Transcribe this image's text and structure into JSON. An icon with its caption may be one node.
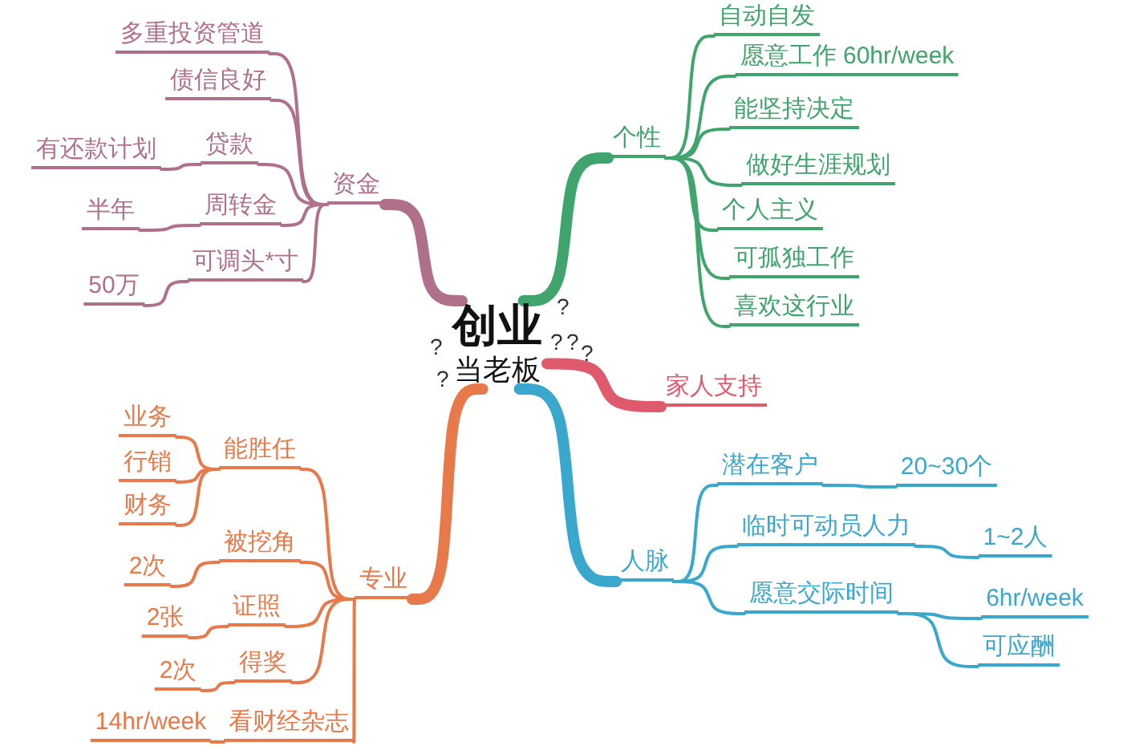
{
  "diagram": {
    "nodes": [
      {
        "text": [
          "创业",
          "当老板"
        ]
      },
      {
        "text": [
          "资金"
        ]
      },
      {
        "text": [
          "多重投资管道"
        ]
      },
      {
        "text": [
          "债信良好"
        ]
      },
      {
        "text": [
          "贷款"
        ]
      },
      {
        "text": [
          "有还款计划"
        ]
      },
      {
        "text": [
          "周转金"
        ]
      },
      {
        "text": [
          "半年"
        ]
      },
      {
        "text": [
          "可调头*寸"
        ]
      },
      {
        "text": [
          "50万"
        ]
      },
      {
        "text": [
          "个性"
        ]
      },
      {
        "text": [
          "自动自发"
        ]
      },
      {
        "text": [
          "愿意工作 60hr/week"
        ]
      },
      {
        "text": [
          "能坚持决定"
        ]
      },
      {
        "text": [
          "做好生涯规划"
        ]
      },
      {
        "text": [
          "个人主义"
        ]
      },
      {
        "text": [
          "可孤独工作"
        ]
      },
      {
        "text": [
          "喜欢这行业"
        ]
      },
      {
        "text": [
          "家人支持"
        ]
      },
      {
        "text": [
          "人脉"
        ]
      },
      {
        "text": [
          "潜在客户"
        ]
      },
      {
        "text": [
          "20~30个"
        ]
      },
      {
        "text": [
          "临时可动员人力"
        ]
      },
      {
        "text": [
          "1~2人"
        ]
      },
      {
        "text": [
          "愿意交际时间"
        ]
      },
      {
        "text": [
          "6hr/week"
        ]
      },
      {
        "text": [
          "可应酬"
        ]
      },
      {
        "text": [
          "专业"
        ]
      },
      {
        "text": [
          "能胜任"
        ]
      },
      {
        "text": [
          "业务"
        ]
      },
      {
        "text": [
          "行销"
        ]
      },
      {
        "text": [
          "财务"
        ]
      },
      {
        "text": [
          "被挖角"
        ]
      },
      {
        "text": [
          "2次"
        ]
      },
      {
        "text": [
          "证照"
        ]
      },
      {
        "text": [
          "2张"
        ]
      },
      {
        "text": [
          "得奖"
        ]
      },
      {
        "text": [
          "2次"
        ]
      },
      {
        "text": [
          "看财经杂志"
        ]
      },
      {
        "text": [
          "14hr/week"
        ]
      }
    ],
    "edges": [
      {
        "from": 0,
        "to": 1,
        "arrow": "none",
        "style": "thick",
        "color": "#b0708c"
      },
      {
        "from": 1,
        "to": 2,
        "arrow": "none",
        "color": "#b0708c"
      },
      {
        "from": 1,
        "to": 3,
        "arrow": "none",
        "color": "#b0708c"
      },
      {
        "from": 1,
        "to": 4,
        "arrow": "none",
        "color": "#b0708c"
      },
      {
        "from": 4,
        "to": 5,
        "arrow": "none",
        "color": "#b0708c"
      },
      {
        "from": 1,
        "to": 6,
        "arrow": "none",
        "color": "#b0708c"
      },
      {
        "from": 6,
        "to": 7,
        "arrow": "none",
        "color": "#b0708c"
      },
      {
        "from": 1,
        "to": 8,
        "arrow": "none",
        "color": "#b0708c"
      },
      {
        "from": 8,
        "to": 9,
        "arrow": "none",
        "color": "#b0708c"
      },
      {
        "from": 0,
        "to": 10,
        "arrow": "none",
        "style": "thick",
        "color": "#3fa56c"
      },
      {
        "from": 10,
        "to": 11,
        "arrow": "none",
        "color": "#3fa56c"
      },
      {
        "from": 10,
        "to": 12,
        "arrow": "none",
        "color": "#3fa56c"
      },
      {
        "from": 10,
        "to": 13,
        "arrow": "none",
        "color": "#3fa56c"
      },
      {
        "from": 10,
        "to": 14,
        "arrow": "none",
        "color": "#3fa56c"
      },
      {
        "from": 10,
        "to": 15,
        "arrow": "none",
        "color": "#3fa56c"
      },
      {
        "from": 10,
        "to": 16,
        "arrow": "none",
        "color": "#3fa56c"
      },
      {
        "from": 10,
        "to": 17,
        "arrow": "none",
        "color": "#3fa56c"
      },
      {
        "from": 0,
        "to": 18,
        "arrow": "none",
        "style": "thick",
        "color": "#e05a6e"
      },
      {
        "from": 0,
        "to": 19,
        "arrow": "none",
        "style": "thick",
        "color": "#3aa8cc"
      },
      {
        "from": 19,
        "to": 20,
        "arrow": "none",
        "color": "#3aa8cc"
      },
      {
        "from": 20,
        "to": 21,
        "arrow": "none",
        "color": "#3aa8cc"
      },
      {
        "from": 19,
        "to": 22,
        "arrow": "none",
        "color": "#3aa8cc"
      },
      {
        "from": 22,
        "to": 23,
        "arrow": "none",
        "color": "#3aa8cc"
      },
      {
        "from": 19,
        "to": 24,
        "arrow": "none",
        "color": "#3aa8cc"
      },
      {
        "from": 24,
        "to": 25,
        "arrow": "none",
        "color": "#3aa8cc"
      },
      {
        "from": 24,
        "to": 26,
        "arrow": "none",
        "color": "#3aa8cc"
      },
      {
        "from": 0,
        "to": 27,
        "arrow": "none",
        "style": "thick",
        "color": "#e8794a"
      },
      {
        "from": 27,
        "to": 28,
        "arrow": "none",
        "color": "#e8794a"
      },
      {
        "from": 28,
        "to": 29,
        "arrow": "none",
        "color": "#e8794a"
      },
      {
        "from": 28,
        "to": 30,
        "arrow": "none",
        "color": "#e8794a"
      },
      {
        "from": 28,
        "to": 31,
        "arrow": "none",
        "color": "#e8794a"
      },
      {
        "from": 27,
        "to": 32,
        "arrow": "none",
        "color": "#e8794a"
      },
      {
        "from": 32,
        "to": 33,
        "arrow": "none",
        "color": "#e8794a"
      },
      {
        "from": 27,
        "to": 34,
        "arrow": "none",
        "color": "#e8794a"
      },
      {
        "from": 34,
        "to": 35,
        "arrow": "none",
        "color": "#e8794a"
      },
      {
        "from": 27,
        "to": 36,
        "arrow": "none",
        "color": "#e8794a"
      },
      {
        "from": 36,
        "to": 37,
        "arrow": "none",
        "color": "#e8794a"
      },
      {
        "from": 27,
        "to": 38,
        "arrow": "none",
        "color": "#e8794a"
      },
      {
        "from": 38,
        "to": 39,
        "arrow": "none",
        "color": "#e8794a"
      }
    ],
    "labels": [
      "?",
      "?",
      "?",
      "?",
      "?",
      "?"
    ]
  }
}
